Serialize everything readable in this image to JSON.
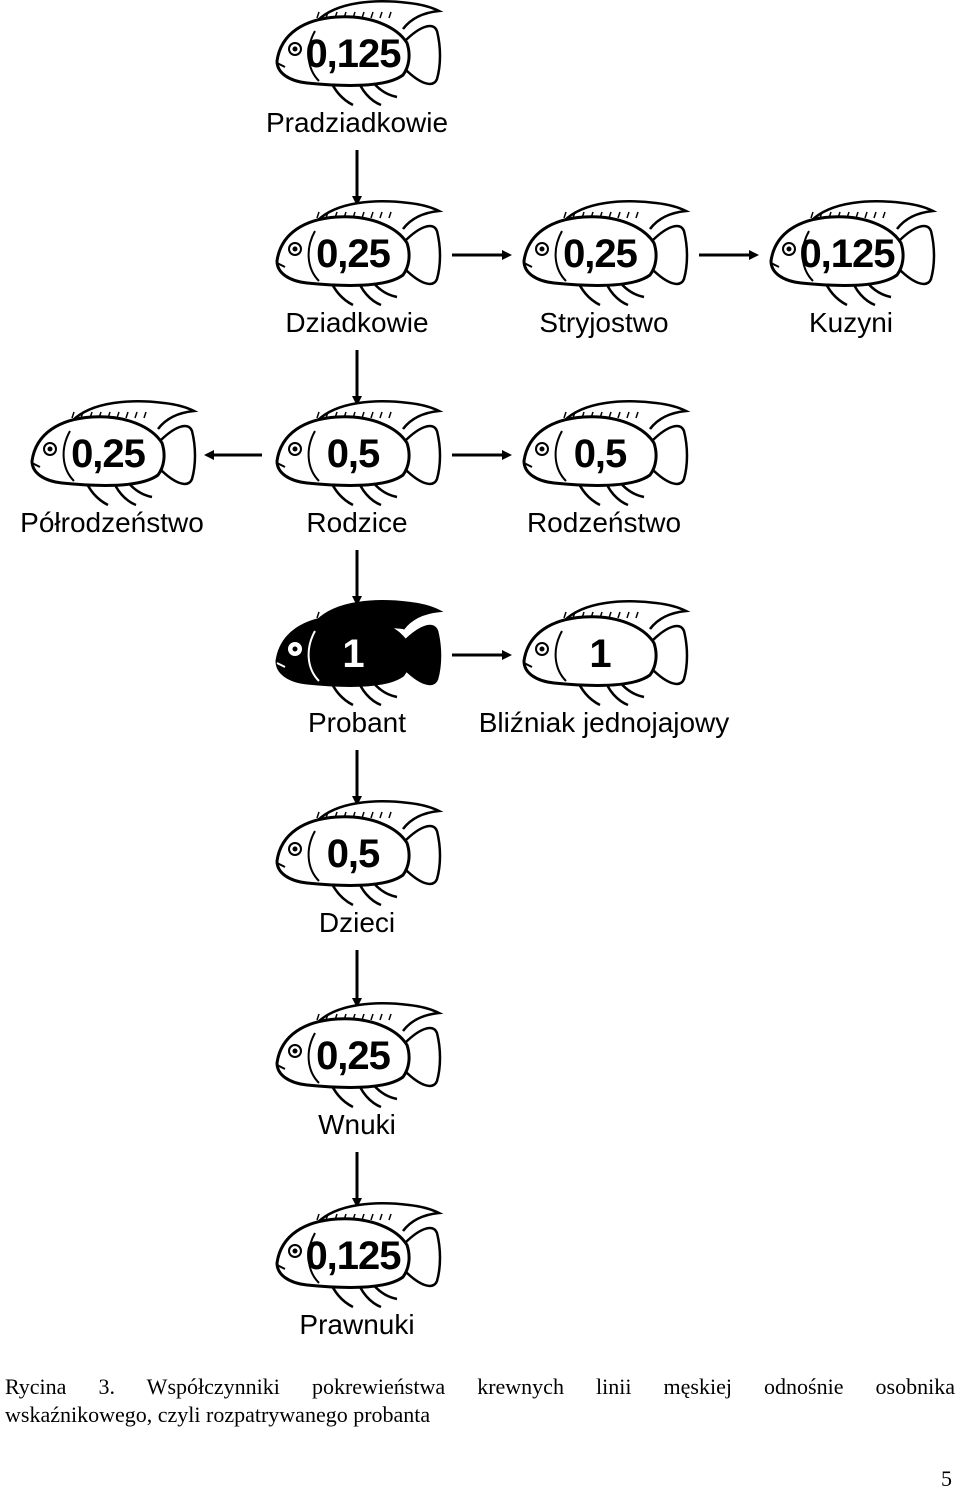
{
  "nodes": [
    {
      "id": "pradziadkowie",
      "value": "0,125",
      "label": "Pradziadkowie",
      "highlight": false
    },
    {
      "id": "dziadkowie",
      "value": "0,25",
      "label": "Dziadkowie",
      "highlight": false
    },
    {
      "id": "stryjostwo",
      "value": "0,25",
      "label": "Stryjostwo",
      "highlight": false
    },
    {
      "id": "kuzyni",
      "value": "0,125",
      "label": "Kuzyni",
      "highlight": false
    },
    {
      "id": "polrodzenstwo",
      "value": "0,25",
      "label": "Półrodzeństwo",
      "highlight": false
    },
    {
      "id": "rodzice",
      "value": "0,5",
      "label": "Rodzice",
      "highlight": false
    },
    {
      "id": "rodzenstwo",
      "value": "0,5",
      "label": "Rodzeństwo",
      "highlight": false
    },
    {
      "id": "probant",
      "value": "1",
      "label": "Probant",
      "highlight": true
    },
    {
      "id": "blizniak",
      "value": "1",
      "label": "Bliźniak jednojajowy",
      "highlight": false
    },
    {
      "id": "dzieci",
      "value": "0,5",
      "label": "Dzieci",
      "highlight": false
    },
    {
      "id": "wnuki",
      "value": "0,25",
      "label": "Wnuki",
      "highlight": false
    },
    {
      "id": "prawnuki",
      "value": "0,125",
      "label": "Prawnuki",
      "highlight": false
    }
  ],
  "edges": [
    {
      "from": "pradziadkowie",
      "to": "dziadkowie"
    },
    {
      "from": "dziadkowie",
      "to": "stryjostwo"
    },
    {
      "from": "stryjostwo",
      "to": "kuzyni"
    },
    {
      "from": "dziadkowie",
      "to": "rodzice"
    },
    {
      "from": "rodzice",
      "to": "polrodzenstwo"
    },
    {
      "from": "rodzice",
      "to": "rodzenstwo"
    },
    {
      "from": "rodzice",
      "to": "probant"
    },
    {
      "from": "probant",
      "to": "blizniak"
    },
    {
      "from": "probant",
      "to": "dzieci"
    },
    {
      "from": "dzieci",
      "to": "wnuki"
    },
    {
      "from": "wnuki",
      "to": "prawnuki"
    }
  ],
  "caption": {
    "line1": "Rycina 3. Współczynniki pokrewieństwa krewnych linii męskiej odnośnie osobnika",
    "line2": "wskaźnikowego, czyli rozpatrywanego probanta"
  },
  "page_number": "5",
  "colors": {
    "outline": "#000000",
    "background": "#ffffff",
    "highlight_fill": "#000000"
  },
  "icon": "fish-icon"
}
